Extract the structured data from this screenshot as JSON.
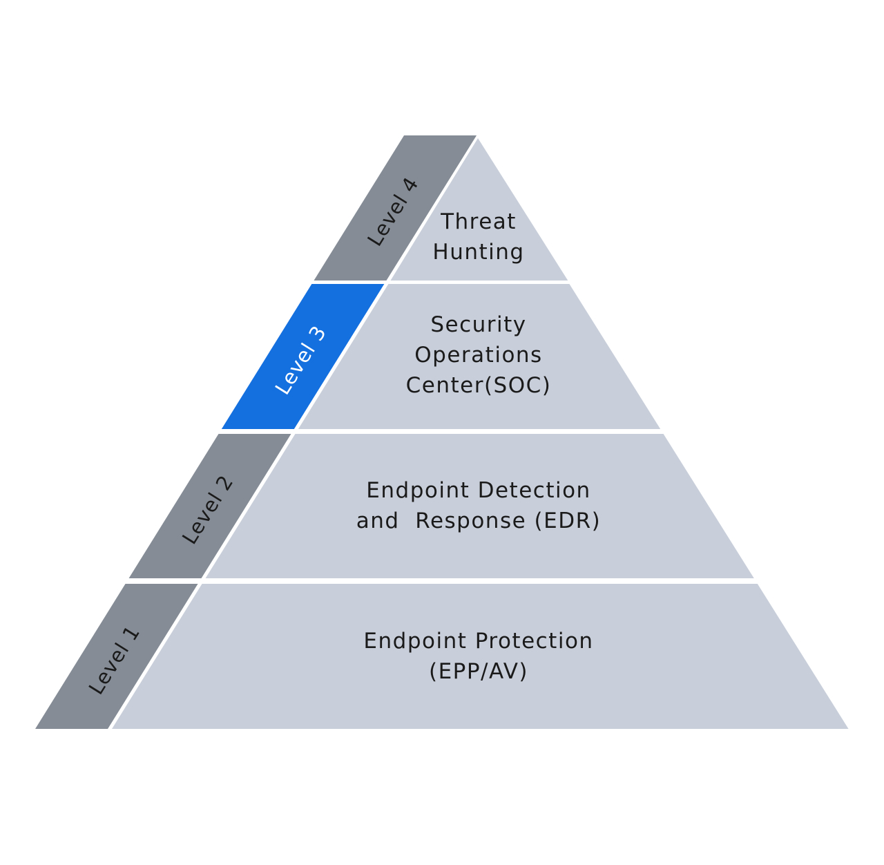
{
  "title": "Security maturity pyramid",
  "colors": {
    "label_default": "#858c95",
    "label_highlight": "#1570df",
    "tier_fill": "#c9cfda",
    "text_dark": "#1a1a1a",
    "text_light": "#ffffff",
    "background": "#ffffff"
  },
  "tiers": [
    {
      "level_label": "Level 4",
      "title_lines": [
        "Threat",
        "Hunting"
      ],
      "highlighted": false
    },
    {
      "level_label": "Level 3",
      "title_lines": [
        "Security",
        "Operations",
        "Center(SOC)"
      ],
      "highlighted": true
    },
    {
      "level_label": "Level 2",
      "title_lines": [
        "Endpoint Detection",
        "and  Response (EDR)"
      ],
      "highlighted": false
    },
    {
      "level_label": "Level 1",
      "title_lines": [
        "Endpoint Protection",
        "(EPP/AV)"
      ],
      "highlighted": false
    }
  ]
}
